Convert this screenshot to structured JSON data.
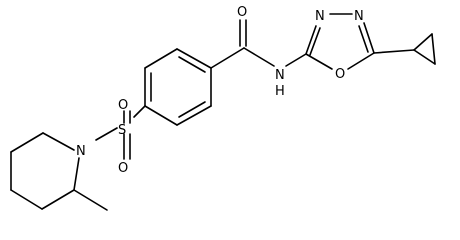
{
  "molecule": {
    "atom_labels": {
      "carbonyl_oxygen": "O",
      "amide_nitrogen": "N",
      "amide_hydrogen": "H",
      "ring_nitrogen_left": "N",
      "ring_nitrogen_right": "N",
      "ring_oxygen": "O",
      "sulfur": "S",
      "sulfonyl_oxygen_top": "O",
      "sulfonyl_oxygen_bottom": "O",
      "piperidine_nitrogen": "N"
    }
  }
}
